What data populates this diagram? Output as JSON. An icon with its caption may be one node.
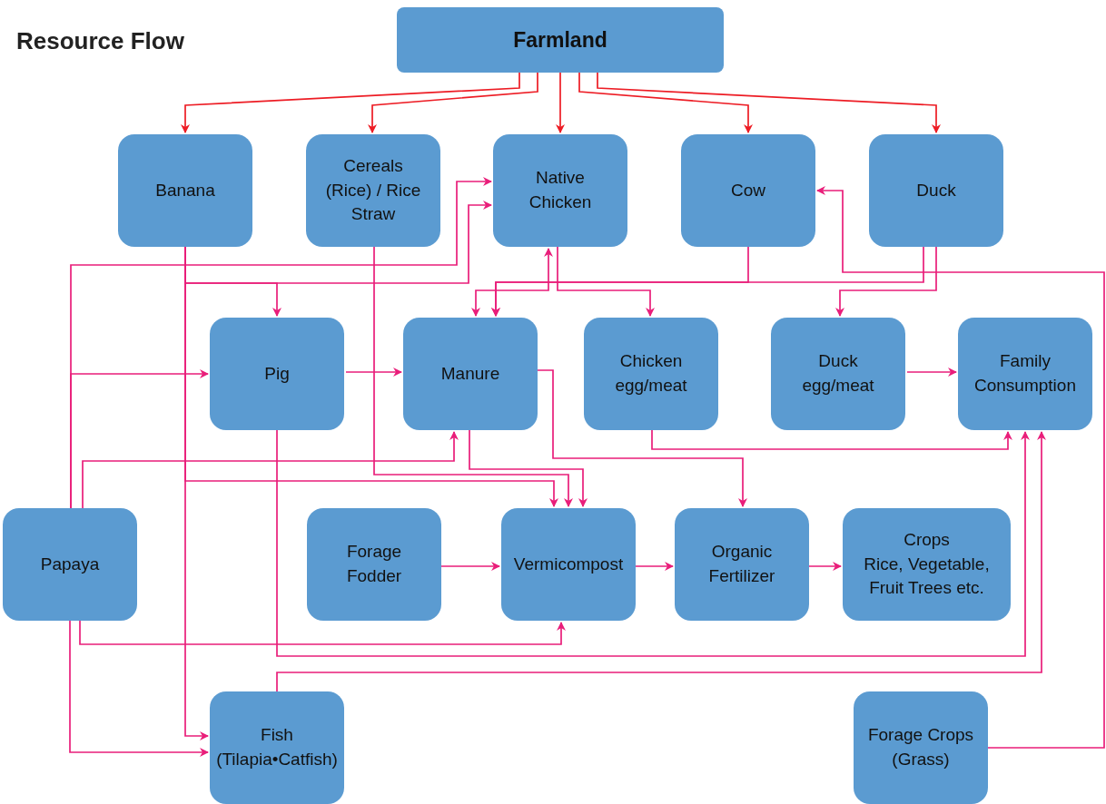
{
  "diagram": {
    "title": "Resource Flow",
    "nodes": [
      {
        "text": [
          "Farmland"
        ]
      },
      {
        "text": [
          "Banana"
        ]
      },
      {
        "text": [
          "Cereals (Rice) / Rice Straw"
        ]
      },
      {
        "text": [
          "Native Chicken"
        ]
      },
      {
        "text": [
          "Cow"
        ]
      },
      {
        "text": [
          "Duck"
        ]
      },
      {
        "text": [
          "Pig"
        ]
      },
      {
        "text": [
          "Manure"
        ]
      },
      {
        "text": [
          "Chicken egg/meat"
        ]
      },
      {
        "text": [
          "Duck egg/meat"
        ]
      },
      {
        "text": [
          "Family Consumption"
        ]
      },
      {
        "text": [
          "Papaya"
        ]
      },
      {
        "text": [
          "Forage Fodder"
        ]
      },
      {
        "text": [
          "Vermicompost"
        ]
      },
      {
        "text": [
          "Organic Fertilizer"
        ]
      },
      {
        "text": [
          "Crops",
          "Rice, Vegetable, Fruit Trees etc."
        ]
      },
      {
        "text": [
          "Fish (Tilapia•Catfish)"
        ]
      },
      {
        "text": [
          "Forage Crops (Grass)"
        ]
      }
    ],
    "edges": [
      {
        "from": 0,
        "to": 1,
        "arrow": "to",
        "color": "#ed1c24"
      },
      {
        "from": 0,
        "to": 2,
        "arrow": "to",
        "color": "#ed1c24"
      },
      {
        "from": 0,
        "to": 3,
        "arrow": "to",
        "color": "#ed1c24"
      },
      {
        "from": 0,
        "to": 4,
        "arrow": "to",
        "color": "#ed1c24"
      },
      {
        "from": 0,
        "to": 5,
        "arrow": "to",
        "color": "#ed1c24"
      },
      {
        "from": 11,
        "to": 3,
        "arrow": "to"
      },
      {
        "from": 1,
        "to": 3,
        "arrow": "to"
      },
      {
        "from": 1,
        "to": 6,
        "arrow": "to"
      },
      {
        "from": 11,
        "to": 6,
        "arrow": "to"
      },
      {
        "from": 6,
        "to": 7,
        "arrow": "to"
      },
      {
        "from": 7,
        "to": 3,
        "arrow": "both"
      },
      {
        "from": 4,
        "to": 7,
        "arrow": "to"
      },
      {
        "from": 5,
        "to": 7,
        "arrow": "to"
      },
      {
        "from": 3,
        "to": 8,
        "arrow": "to"
      },
      {
        "from": 5,
        "to": 9,
        "arrow": "to"
      },
      {
        "from": 17,
        "to": 4,
        "arrow": "to"
      },
      {
        "from": 9,
        "to": 10,
        "arrow": "to"
      },
      {
        "from": 8,
        "to": 10,
        "arrow": "to"
      },
      {
        "from": 6,
        "to": 10,
        "arrow": "to"
      },
      {
        "from": 16,
        "to": 10,
        "arrow": "to"
      },
      {
        "from": 7,
        "to": 14,
        "arrow": "to"
      },
      {
        "from": 11,
        "to": 7,
        "arrow": "to"
      },
      {
        "from": 1,
        "to": 13,
        "arrow": "to"
      },
      {
        "from": 2,
        "to": 13,
        "arrow": "to"
      },
      {
        "from": 7,
        "to": 13,
        "arrow": "to"
      },
      {
        "from": 1,
        "to": 16,
        "arrow": "to"
      },
      {
        "from": 11,
        "to": 16,
        "arrow": "to"
      },
      {
        "from": 11,
        "to": 13,
        "arrow": "to"
      },
      {
        "from": 12,
        "to": 13,
        "arrow": "to"
      },
      {
        "from": 13,
        "to": 14,
        "arrow": "to"
      },
      {
        "from": 14,
        "to": 15,
        "arrow": "to"
      }
    ]
  }
}
